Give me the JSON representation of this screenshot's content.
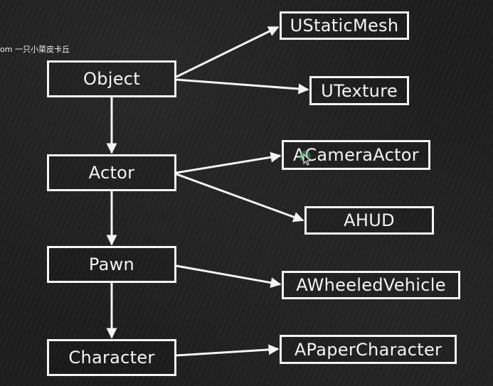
{
  "watermark": "om 一只小菜皮卡丘",
  "nodes": {
    "object": "Object",
    "actor": "Actor",
    "pawn": "Pawn",
    "character": "Character",
    "static_mesh": "UStaticMesh",
    "texture": "UTexture",
    "camera_actor": "ACameraActor",
    "hud": "AHUD",
    "wheeled_vehicle": "AWheeledVehicle",
    "paper_character": "APaperCharacter"
  },
  "edges": [
    {
      "from": "object",
      "to": "static_mesh"
    },
    {
      "from": "object",
      "to": "texture"
    },
    {
      "from": "object",
      "to": "actor"
    },
    {
      "from": "actor",
      "to": "camera_actor"
    },
    {
      "from": "actor",
      "to": "hud"
    },
    {
      "from": "actor",
      "to": "pawn"
    },
    {
      "from": "pawn",
      "to": "wheeled_vehicle"
    },
    {
      "from": "pawn",
      "to": "character"
    },
    {
      "from": "character",
      "to": "paper_character"
    }
  ],
  "colors": {
    "background": "#1d1d1d",
    "ink": "#f4f4f4",
    "cursor_highlight": "#3fa36b"
  }
}
